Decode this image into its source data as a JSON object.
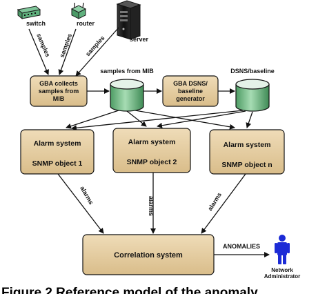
{
  "devices": {
    "switch_label": "switch",
    "router_label": "router",
    "server_label": "server"
  },
  "edges": {
    "samples_1": "samples",
    "samples_2": "samples",
    "samples_3": "samples",
    "alarms_1": "alarms",
    "alarms_2": "alarms",
    "alarms_3": "alarms",
    "anomalies": "ANOMALIES"
  },
  "gba_collect": {
    "line1": "GBA collects",
    "line2": "samples from",
    "line3": "MIB"
  },
  "mib_db_label": "samples from MIB",
  "gba_dsns": {
    "line1": "GBA DSNS/",
    "line2": "baseline",
    "line3": "generator"
  },
  "dsns_db_label": "DSNS/baseline",
  "alarm_systems": [
    {
      "title": "Alarm system",
      "object": "SNMP object 1"
    },
    {
      "title": "Alarm system",
      "object": "SNMP object 2"
    },
    {
      "title": "Alarm system",
      "object": "SNMP object n"
    }
  ],
  "correlation_label": "Correlation system",
  "admin": {
    "line1": "Network",
    "line2": "Administrator"
  },
  "caption": "Figure 2 Reference model of the anomaly",
  "colors": {
    "box_fill": "#e6cfa6",
    "db_fill": "#79c08a",
    "db_top": "#dfeee3",
    "admin": "#1c2bd6"
  }
}
